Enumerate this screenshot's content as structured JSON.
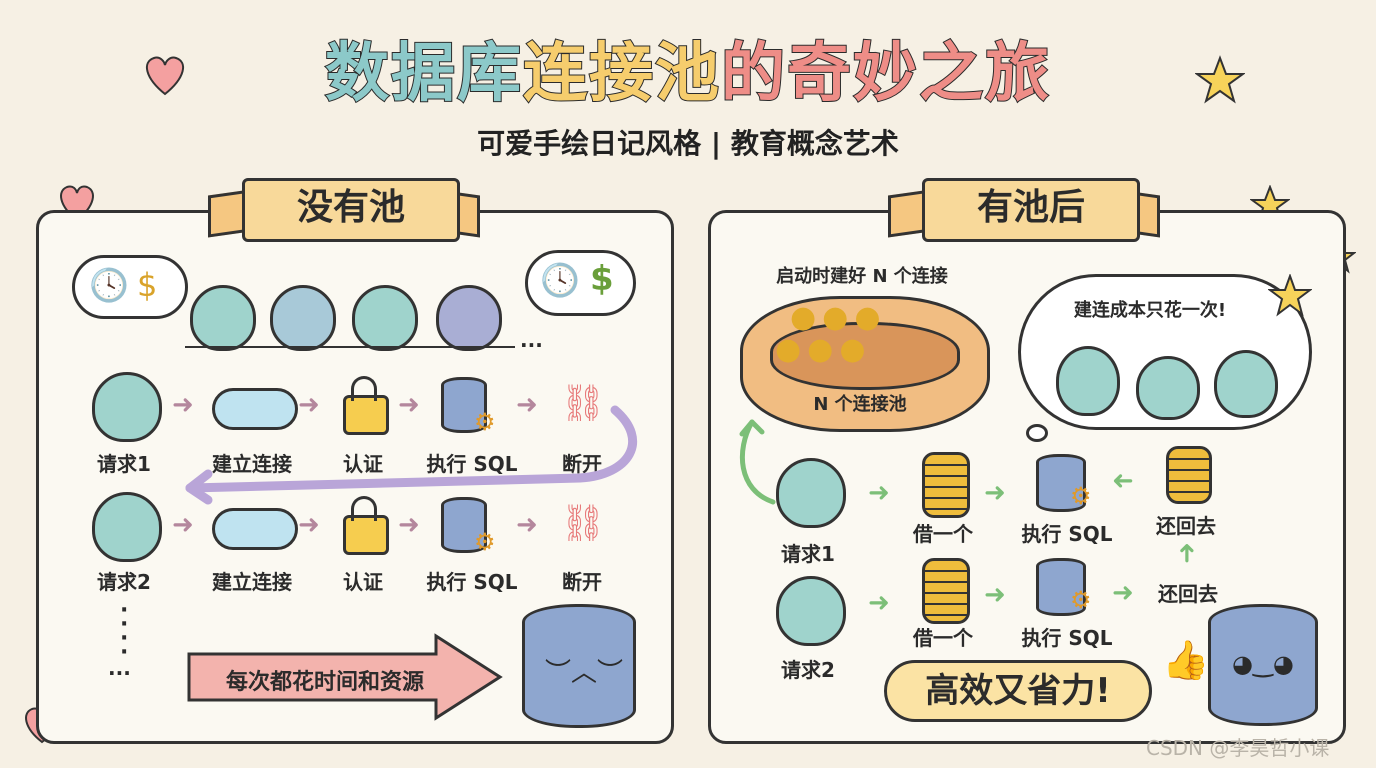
{
  "header": {
    "title_part1": "数据库",
    "title_part2": "连接池",
    "title_part3": "的奇妙之旅",
    "subtitle": "可爱手绘日记风格 | 教育概念艺术"
  },
  "left_panel": {
    "banner": "没有池",
    "flow1": {
      "request": "请求1",
      "step1": "建立连接",
      "step2": "认证",
      "step3": "执行 SQL",
      "step4": "断开"
    },
    "flow2": {
      "request": "请求2",
      "step1": "建立连接",
      "step2": "认证",
      "step3": "执行 SQL",
      "step4": "断开"
    },
    "ellipsis_row": "...",
    "cost_arrow": "每次都花时间和资源",
    "icons": [
      "clock-icon",
      "dollar-icon",
      "cloud-icon",
      "lock-icon",
      "database-icon",
      "gear-icon",
      "broken-link-icon"
    ]
  },
  "right_panel": {
    "banner": "有池后",
    "preload_note": "启动时建好 N 个连接",
    "pool_label": "N 个连接池",
    "thought_bubble": "建连成本只花一次!",
    "flow1": {
      "request": "请求1",
      "borrow": "借一个",
      "execute": "执行 SQL",
      "return": "还回去"
    },
    "flow2": {
      "request": "请求2",
      "borrow": "借一个",
      "execute": "执行 SQL",
      "return": "还回去"
    },
    "efficient": "高效又省力!",
    "icons": [
      "coil-connection-icon",
      "database-icon",
      "gear-icon",
      "star-icon",
      "thumbs-up-icon"
    ]
  },
  "watermark": "CSDN @李昊哲小课",
  "colors": {
    "teal": "#8cc9c9",
    "yellow": "#f6cd6d",
    "coral": "#ee8d87",
    "banner": "#f8d99a",
    "pink_arrow": "#f3b3ad",
    "green_arrow": "#7cbf78"
  }
}
